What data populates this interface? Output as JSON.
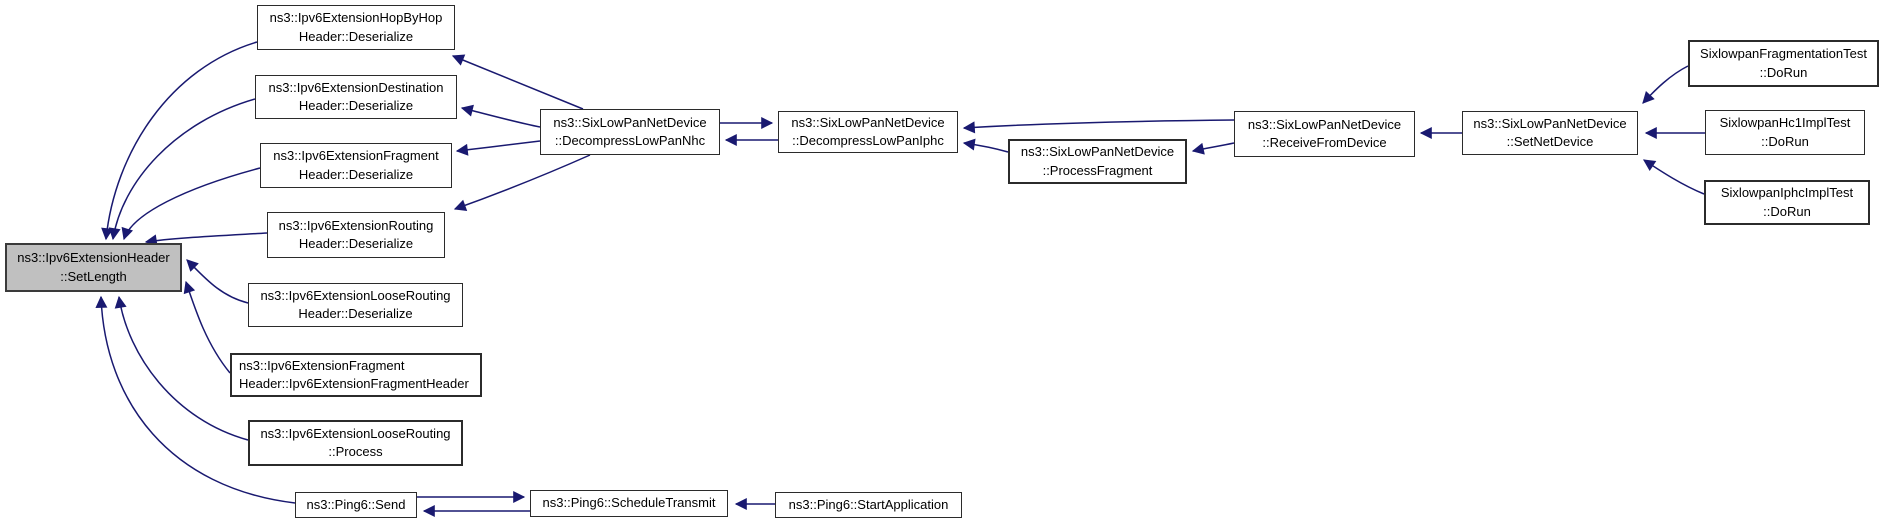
{
  "diagram": {
    "kind": "caller-graph",
    "colors": {
      "edge": "#191970",
      "node_border": "#2b2b2b",
      "node_fill": "#ffffff",
      "highlight_fill": "#c0c0c0",
      "text": "#000000",
      "background": "#ffffff"
    },
    "nodes": {
      "setlength": {
        "line1": "ns3::Ipv6ExtensionHeader",
        "line2": "::SetLength"
      },
      "hopbyhop_deserialize": {
        "line1": "ns3::Ipv6ExtensionHopByHop",
        "line2": "Header::Deserialize"
      },
      "destination_deserialize": {
        "line1": "ns3::Ipv6ExtensionDestination",
        "line2": "Header::Deserialize"
      },
      "fragment_deserialize": {
        "line1": "ns3::Ipv6ExtensionFragment",
        "line2": "Header::Deserialize"
      },
      "routing_deserialize": {
        "line1": "ns3::Ipv6ExtensionRouting",
        "line2": "Header::Deserialize"
      },
      "loose_routing_deserialize": {
        "line1": "ns3::Ipv6ExtensionLooseRouting",
        "line2": "Header::Deserialize"
      },
      "fragment_header_ctor": {
        "line1": "ns3::Ipv6ExtensionFragment",
        "line2": "Header::Ipv6ExtensionFragmentHeader"
      },
      "loose_routing_process": {
        "line1": "ns3::Ipv6ExtensionLooseRouting",
        "line2": "::Process"
      },
      "ping6_send": {
        "line1": "ns3::Ping6::Send"
      },
      "decompress_nhc": {
        "line1": "ns3::SixLowPanNetDevice",
        "line2": "::DecompressLowPanNhc"
      },
      "decompress_iphc": {
        "line1": "ns3::SixLowPanNetDevice",
        "line2": "::DecompressLowPanIphc"
      },
      "process_fragment": {
        "line1": "ns3::SixLowPanNetDevice",
        "line2": "::ProcessFragment"
      },
      "receive_from_device": {
        "line1": "ns3::SixLowPanNetDevice",
        "line2": "::ReceiveFromDevice"
      },
      "set_net_device": {
        "line1": "ns3::SixLowPanNetDevice",
        "line2": "::SetNetDevice"
      },
      "fragmentation_test": {
        "line1": "SixlowpanFragmentationTest",
        "line2": "::DoRun"
      },
      "hc1_test": {
        "line1": "SixlowpanHc1ImplTest",
        "line2": "::DoRun"
      },
      "iphc_test": {
        "line1": "SixlowpanIphcImplTest",
        "line2": "::DoRun"
      },
      "schedule_transmit": {
        "line1": "ns3::Ping6::ScheduleTransmit"
      },
      "start_application": {
        "line1": "ns3::Ping6::StartApplication"
      }
    }
  }
}
